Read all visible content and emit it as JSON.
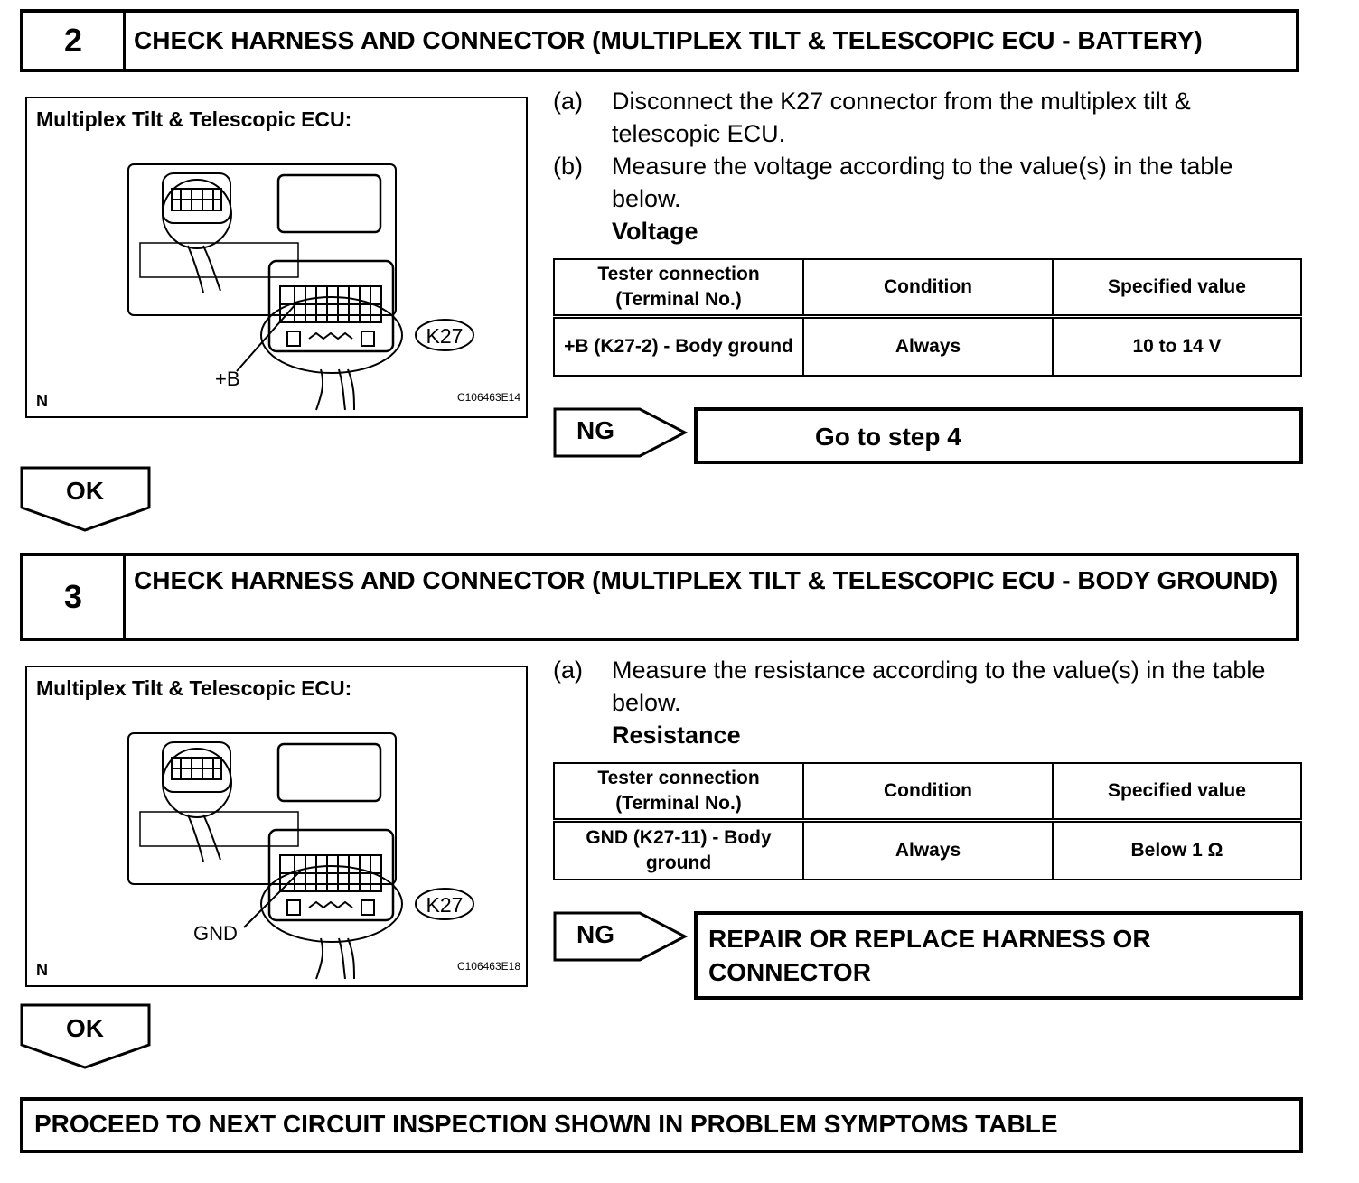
{
  "step2": {
    "number": "2",
    "title": "CHECK HARNESS AND CONNECTOR (MULTIPLEX TILT & TELESCOPIC ECU - BATTERY)",
    "figure": {
      "title": "Multiplex Tilt & Telescopic ECU:",
      "connector_label": "K27",
      "terminal_label": "+B",
      "corner_label": "N",
      "figure_id": "C106463E14"
    },
    "instructions": [
      {
        "label": "(a)",
        "text": "Disconnect the K27 connector from the multiplex tilt & telescopic ECU."
      },
      {
        "label": "(b)",
        "text": "Measure the voltage according to the value(s) in the table below."
      }
    ],
    "table_caption": "Voltage",
    "table": {
      "headers": [
        "Tester connection (Terminal No.)",
        "Condition",
        "Specified value"
      ],
      "row": [
        "+B (K27-2) - Body ground",
        "Always",
        "10 to 14 V"
      ]
    },
    "ng_label": "NG",
    "ng_result": "Go to step 4",
    "ok_label": "OK"
  },
  "step3": {
    "number": "3",
    "title": "CHECK HARNESS AND CONNECTOR (MULTIPLEX TILT & TELESCOPIC ECU - BODY GROUND)",
    "figure": {
      "title": "Multiplex Tilt & Telescopic ECU:",
      "connector_label": "K27",
      "terminal_label": "GND",
      "corner_label": "N",
      "figure_id": "C106463E18"
    },
    "instructions": [
      {
        "label": "(a)",
        "text": "Measure the resistance according to the value(s) in the table below."
      }
    ],
    "table_caption": "Resistance",
    "table": {
      "headers": [
        "Tester connection (Terminal No.)",
        "Condition",
        "Specified value"
      ],
      "row": [
        "GND (K27-11) - Body ground",
        "Always",
        "Below 1 Ω"
      ]
    },
    "ng_label": "NG",
    "ng_result": "REPAIR OR REPLACE HARNESS OR CONNECTOR",
    "ok_label": "OK"
  },
  "final_step": "PROCEED TO NEXT CIRCUIT INSPECTION SHOWN IN PROBLEM SYMPTOMS TABLE"
}
